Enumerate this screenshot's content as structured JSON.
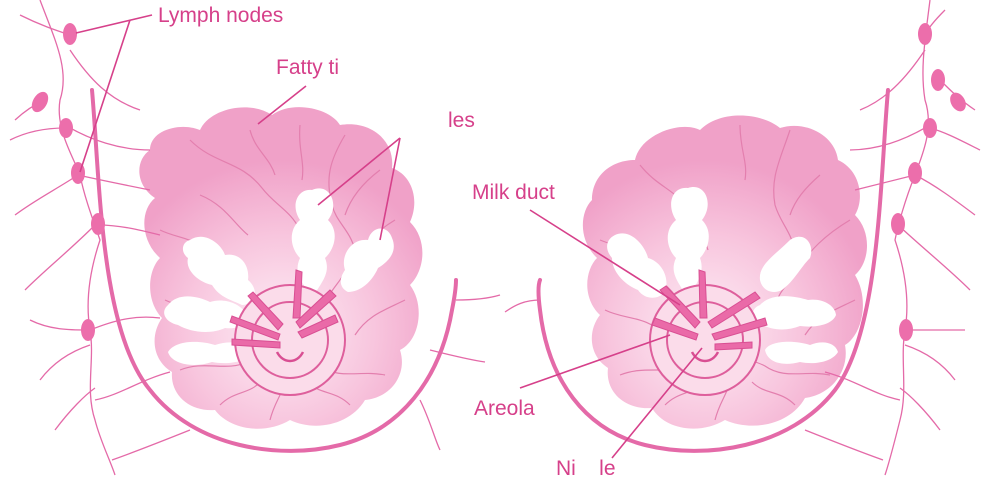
{
  "labels": {
    "lymph_nodes": "Lymph nodes",
    "fatty_tissue": "Fatty ti",
    "lobules": "les",
    "milk_duct": "Milk duct",
    "areola": "Areola",
    "nipple": "Ni    le"
  },
  "colors": {
    "tissue_outer": "#f2a2cb",
    "tissue_inner": "#fde6f1",
    "line": "#e05c9e",
    "label": "#d6408a",
    "lobule": "#ffffff"
  }
}
